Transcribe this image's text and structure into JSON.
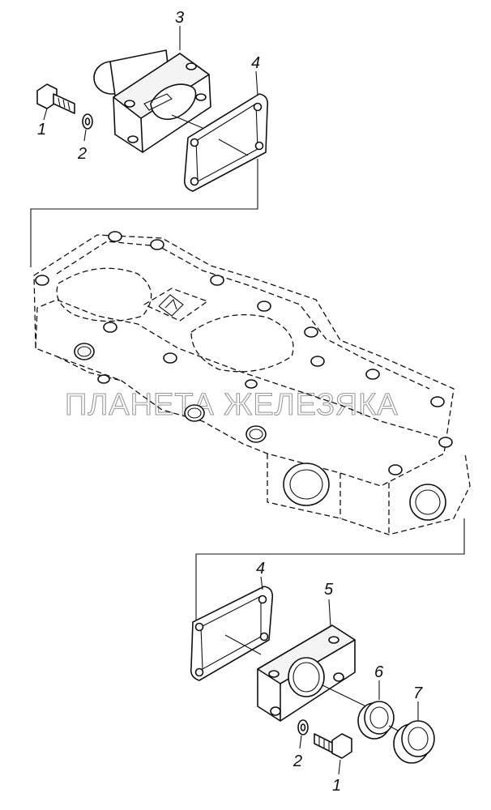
{
  "watermark": "ПЛАНЕТА ЖЕЛЕЗЯКА",
  "callouts": {
    "bolt_top": "1",
    "washer_top": "2",
    "flange_top": "3",
    "gasket_top": "4",
    "gasket_bottom": "4",
    "cover_bottom": "5",
    "seal_6": "6",
    "seal_7": "7",
    "washer_bottom": "2",
    "bolt_bottom": "1"
  }
}
